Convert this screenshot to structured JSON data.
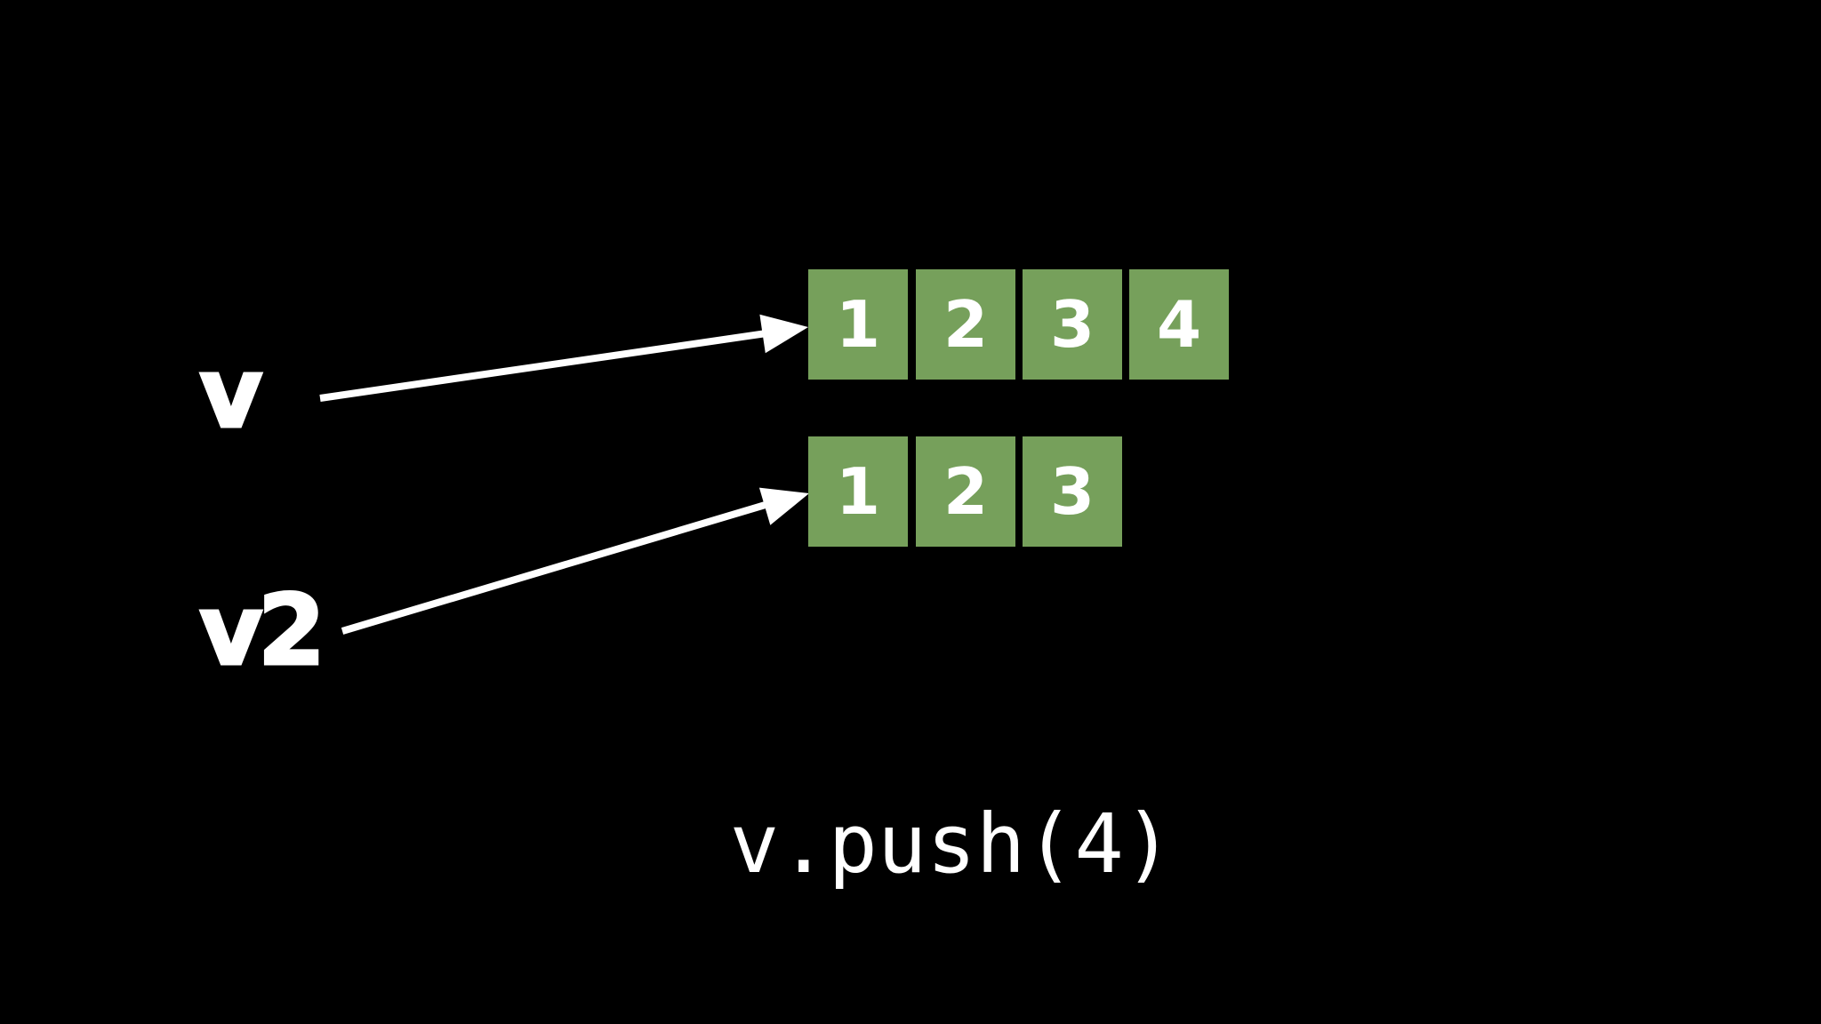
{
  "theme": {
    "background": "#000000",
    "cell_green": "#76A05B",
    "text_white": "#FFFFFF"
  },
  "diagram": {
    "vectors": [
      {
        "label": "v",
        "cells": [
          "1",
          "2",
          "3",
          "4"
        ]
      },
      {
        "label": "v2",
        "cells": [
          "1",
          "2",
          "3"
        ]
      }
    ],
    "caption": "v.push(4)"
  }
}
